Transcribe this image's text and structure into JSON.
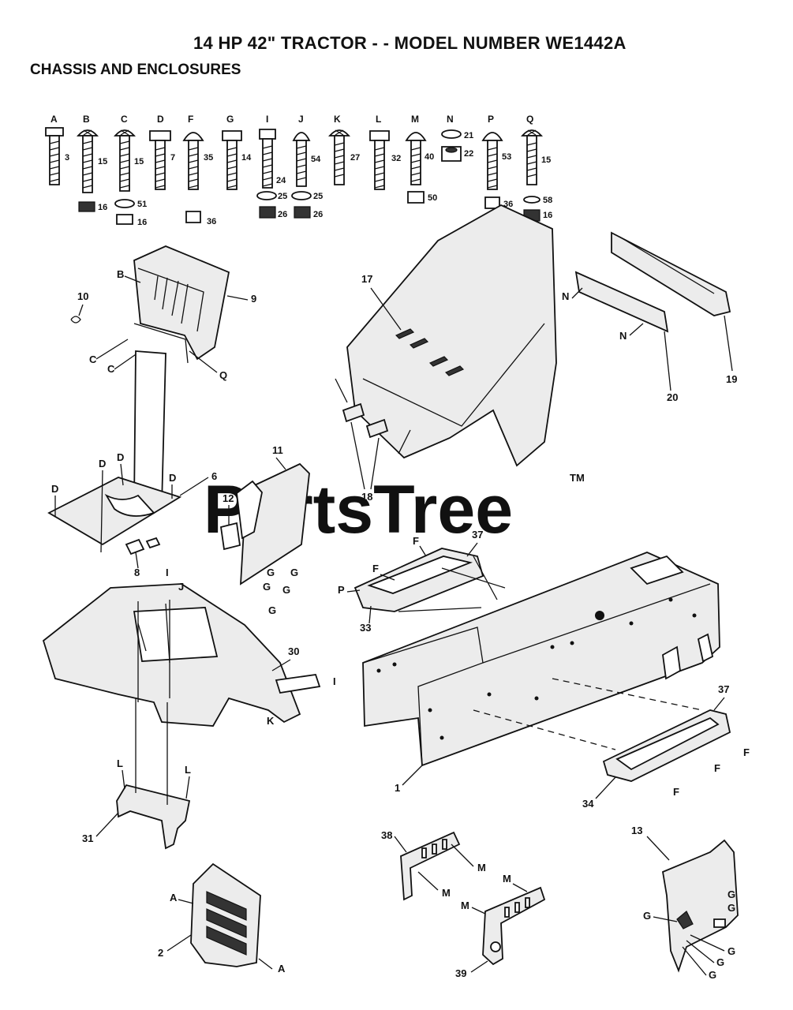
{
  "header": {
    "title": "14 HP 42\" TRACTOR - - MODEL NUMBER WE1442A",
    "section": "CHASSIS AND ENCLOSURES"
  },
  "watermark": {
    "text": "PartsTree",
    "tm": "TM"
  },
  "fasteners": [
    {
      "key": "A",
      "parts": [
        "3"
      ]
    },
    {
      "key": "B",
      "parts": [
        "15",
        "16"
      ]
    },
    {
      "key": "C",
      "parts": [
        "15",
        "51",
        "16"
      ]
    },
    {
      "key": "D",
      "parts": [
        "7"
      ]
    },
    {
      "key": "F",
      "parts": [
        "35",
        "36"
      ]
    },
    {
      "key": "G",
      "parts": [
        "14"
      ]
    },
    {
      "key": "I",
      "parts": [
        "24",
        "25",
        "26"
      ]
    },
    {
      "key": "J",
      "parts": [
        "54",
        "25",
        "26"
      ]
    },
    {
      "key": "K",
      "parts": [
        "27"
      ]
    },
    {
      "key": "L",
      "parts": [
        "32"
      ]
    },
    {
      "key": "M",
      "parts": [
        "40",
        "50"
      ]
    },
    {
      "key": "N",
      "parts": [
        "21",
        "22"
      ]
    },
    {
      "key": "P",
      "parts": [
        "53",
        "36"
      ]
    },
    {
      "key": "Q",
      "parts": [
        "15",
        "58",
        "16"
      ]
    }
  ],
  "part_labels": {
    "p1": "1",
    "p2": "2",
    "p6": "6",
    "p8": "8",
    "p9": "9",
    "p10": "10",
    "p11": "11",
    "p12": "12",
    "p13": "13",
    "p17": "17",
    "p18": "18",
    "p19": "19",
    "p20": "20",
    "p30": "30",
    "p31": "31",
    "p33": "33",
    "p34": "34",
    "p37a": "37",
    "p37b": "37",
    "p38": "38",
    "p39": "39"
  },
  "callouts": {
    "B": "B",
    "C": "C",
    "Q": "Q",
    "D": "D",
    "G": "G",
    "N": "N",
    "F": "F",
    "P": "P",
    "I": "I",
    "J": "J",
    "K": "K",
    "L": "L",
    "A": "A",
    "M": "M"
  }
}
